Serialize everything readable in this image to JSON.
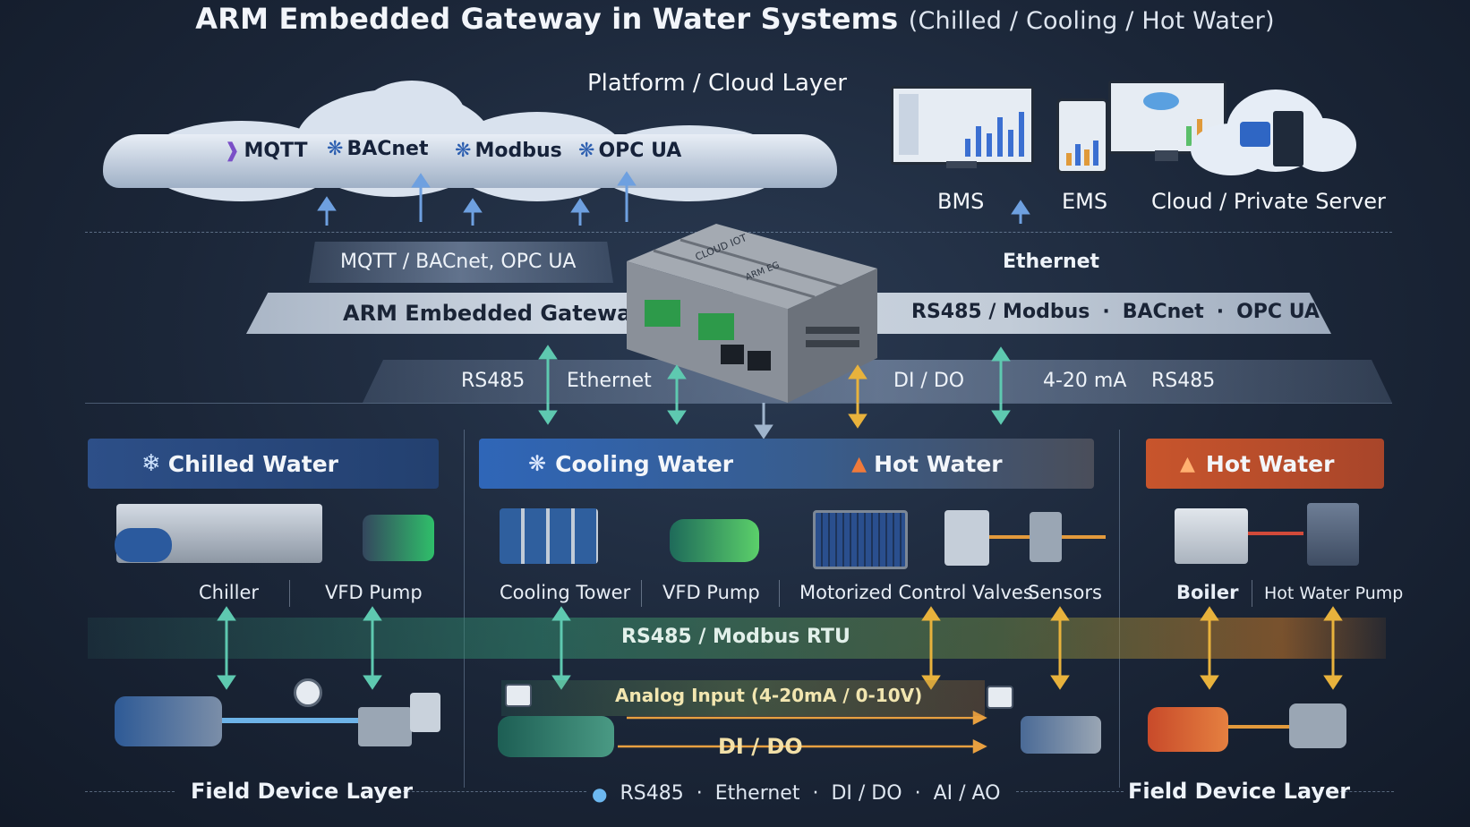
{
  "title": {
    "main": "ARM Embedded Gateway in Water Systems",
    "sub": "(Chilled / Cooling / Hot Water)"
  },
  "cloud_layer": {
    "label": "Platform / Cloud Layer",
    "protocols": [
      {
        "icon": "mqtt-icon",
        "label": "MQTT"
      },
      {
        "icon": "bacnet-icon",
        "label": "BACnet"
      },
      {
        "icon": "modbus-icon",
        "label": "Modbus"
      },
      {
        "icon": "opcua-icon",
        "label": "OPC UA"
      }
    ],
    "systems": [
      "BMS",
      "EMS",
      "Cloud / Private Server"
    ]
  },
  "gateway_layer": {
    "uplink_label": "MQTT / BACnet,  OPC UA",
    "ethernet_label": "Ethernet",
    "gateway_label": "ARM Embedded Gateway",
    "right_protocols": [
      "RS485 / Modbus",
      "BACnet",
      "OPC UA"
    ],
    "downlinks": [
      "RS485",
      "Ethernet",
      "DI / DO",
      "4-20 mA",
      "RS485"
    ]
  },
  "gateway_device": {
    "brand": "CLOUD IOT",
    "model": "ARM EG"
  },
  "sections": {
    "chilled": {
      "icon": "snowflake-icon",
      "label": "Chilled Water"
    },
    "cooling": {
      "icon": "fan-icon",
      "label": "Cooling Water"
    },
    "hot_mid": {
      "icon": "flame-icon",
      "label": "Hot Water"
    },
    "hot_right": {
      "icon": "flame-icon",
      "label": "Hot Water"
    }
  },
  "equipment": [
    "Chiller",
    "VFD Pump",
    "Cooling Tower",
    "VFD Pump",
    "Motorized Control Valves",
    "Sensors",
    "Boiler",
    "Hot Water Pump"
  ],
  "buses": {
    "rs485": "RS485 / Modbus RTU",
    "analog": "Analog Input (4-20mA / 0-10V)",
    "dido": "DI / DO"
  },
  "footer": {
    "left": "Field Device Layer",
    "right": "Field Device Layer",
    "interfaces": [
      "RS485",
      "Ethernet",
      "DI / DO",
      "AI / AO"
    ]
  },
  "colors": {
    "chilled": "#2b4f86",
    "cooling": "#2f66b8",
    "hot": "#c8552c",
    "bus_green": "#3fbf8f",
    "bus_orange": "#e8a040"
  }
}
